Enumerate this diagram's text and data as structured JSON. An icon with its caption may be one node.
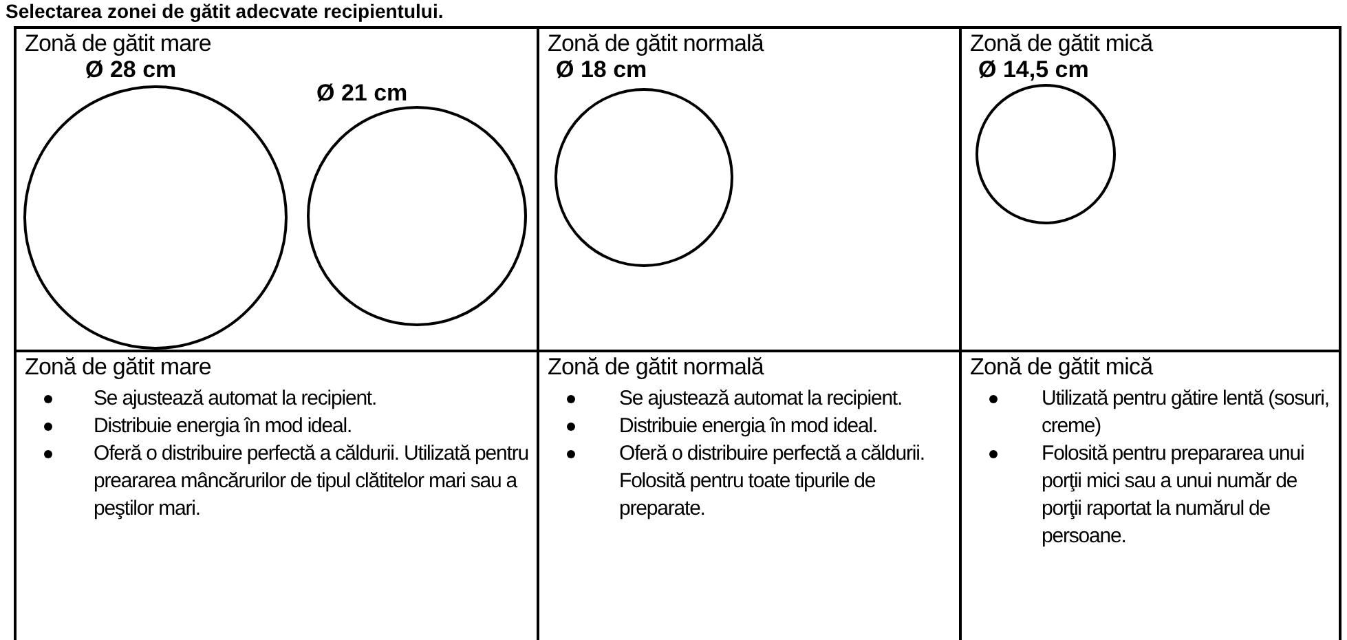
{
  "diagram": {
    "title": "Selectarea zonei de gătit adecvate recipientului.",
    "nodes": [
      {
        "text": [
          "Zonă de gătit mare"
        ]
      },
      {
        "text": [],
        "shape": "circle",
        "in": 0,
        "beside": [
          "Ø 28 cm"
        ]
      },
      {
        "text": [],
        "shape": "circle",
        "in": 0,
        "beside": [
          "Ø 21 cm"
        ]
      },
      {
        "text": [
          "Zonă de gătit normală"
        ]
      },
      {
        "text": [],
        "shape": "circle",
        "in": 3,
        "beside": [
          "Ø 18 cm"
        ]
      },
      {
        "text": [
          "Zonă de gătit mică"
        ]
      },
      {
        "text": [],
        "shape": "circle",
        "in": 5,
        "beside": [
          "Ø 14,5 cm"
        ]
      },
      {
        "text": [
          "Zonă de gătit mare",
          "Se ajustează automat la recipient.",
          "Distribuie energia în mod ideal.",
          "Oferă o distribuire perfectă a căldurii. Utilizată pentru preararea mâncărurilor de tipul clătitelor mari sau a peştilor mari."
        ]
      },
      {
        "text": [
          "Zonă de gătit normală",
          "Se ajustează automat la recipient.",
          "Distribuie energia în mod ideal.",
          "Oferă o distribuire perfectă a căldurii. Folosită pentru toate tipurile de preparate."
        ]
      },
      {
        "text": [
          "Zonă de gătit mică",
          "Utilizată pentru gătire lentă (sosuri, creme)",
          "Folosită pentru prepararea unui porţii mici sau a unui număr de porţii raportat la numărul de persoane."
        ]
      }
    ],
    "edges": []
  }
}
